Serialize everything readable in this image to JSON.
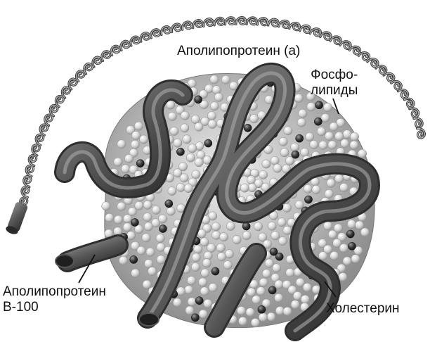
{
  "labels": {
    "apolipoprotein_a": "Аполипопротеин (а)",
    "phospholipids_line1": "Фосфо-",
    "phospholipids_line2": "липиды",
    "apolipoprotein_b100_line1": "Аполипопротеин",
    "apolipoprotein_b100_line2": "В-100",
    "cholesterol": "Холестерин"
  },
  "colors": {
    "background": "#ffffff",
    "tube": "#5a5a5a",
    "phospholipid_sphere": "#d6d6d6",
    "cholesterol_sphere": "#3a3a3a",
    "label_text": "#111111"
  }
}
